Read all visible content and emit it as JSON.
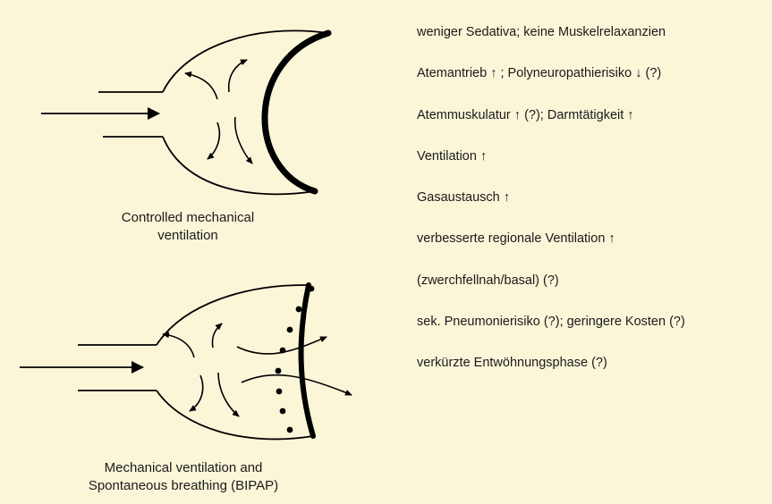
{
  "diagram_1": {
    "caption_lines": [
      "Controlled mechanical",
      "ventilation"
    ]
  },
  "diagram_2": {
    "caption_lines": [
      "Mechanical ventilation and",
      "Spontaneous breathing (BIPAP)"
    ]
  },
  "effects": [
    "weniger Sedativa; keine Muskelrelaxanzien",
    "Atemantrieb ↑ ; Polyneuropathierisiko ↓ (?)",
    "Atemmuskulatur ↑ (?); Darmtätigkeit ↑",
    "Ventilation ↑",
    "Gasaustausch ↑",
    "verbesserte regionale Ventilation ↑",
    "(zwerchfellnah/basal) (?)",
    "sek. Pneumonierisiko (?); geringere Kosten (?)",
    "verkürzte Entwöhnungsphase (?)"
  ],
  "colors": {
    "background": "#fcf6d9",
    "line": "#000000"
  }
}
